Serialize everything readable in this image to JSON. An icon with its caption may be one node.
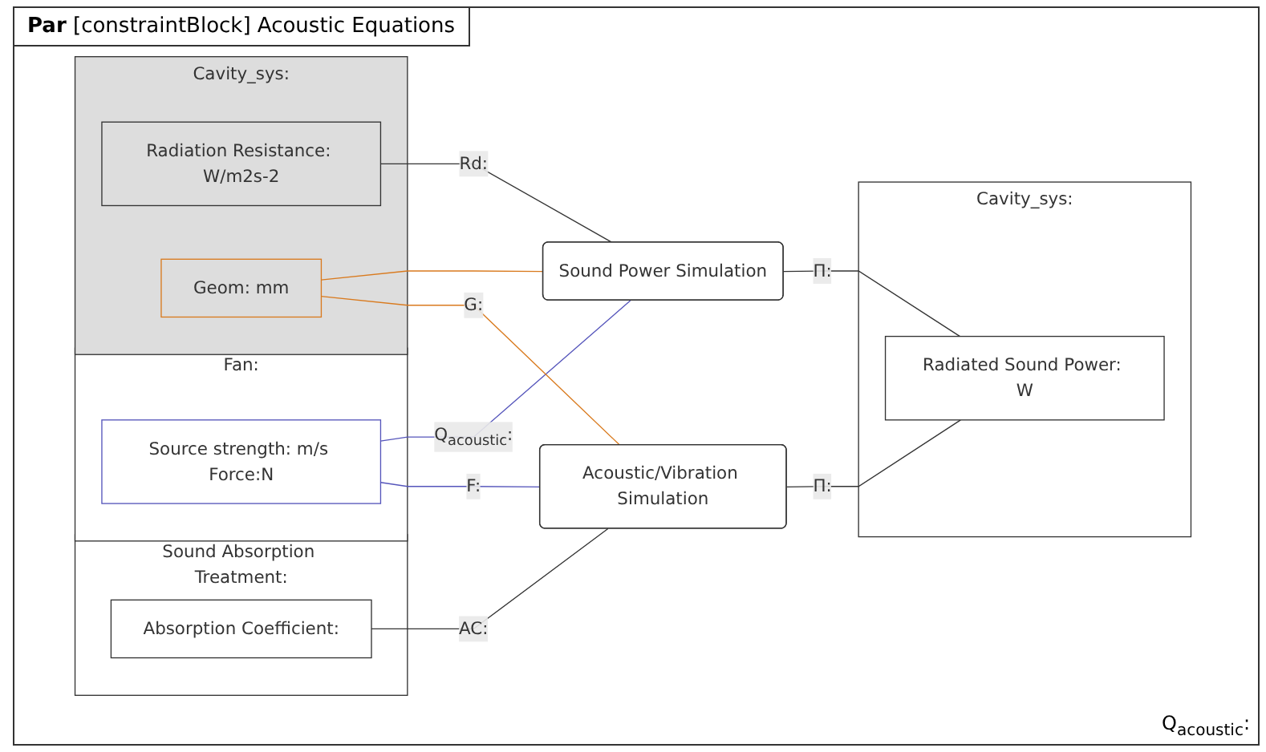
{
  "diagram": {
    "title": "**Par** [constraintBlock] Acoustic Equations",
    "nodes": [
      {
        "text": [
          "Cavity_sys:"
        ]
      },
      {
        "text": [
          "Radiation Resistance: W/m2s-2"
        ],
        "in": 0
      },
      {
        "text": [
          "Geom: mm"
        ],
        "in": 0
      },
      {
        "text": [
          "Fan:"
        ]
      },
      {
        "text": [
          "Source strength: m/s Force:N"
        ],
        "in": 3
      },
      {
        "text": [
          "Sound Absorption Treatment:"
        ]
      },
      {
        "text": [
          "Absorption Coefficient:"
        ],
        "in": 5
      },
      {
        "text": [
          "Sound Power Simulation"
        ]
      },
      {
        "text": [
          "Acoustic/Vibration Simulation"
        ]
      },
      {
        "text": [
          "Cavity_sys:"
        ]
      },
      {
        "text": [
          "Radiated Sound Power: W"
        ],
        "in": 9
      }
    ],
    "edges": [
      {
        "from": 1,
        "to": 7,
        "arrow": "none",
        "label": "Rd:"
      },
      {
        "from": 4,
        "to": 7,
        "arrow": "none",
        "label": "Q$_{acoustic}$:",
        "color": "#5555bb"
      },
      {
        "from": 2,
        "to": 7,
        "arrow": "none",
        "color": "#d97a1e"
      },
      {
        "from": 2,
        "to": 8,
        "arrow": "none",
        "label": "G:",
        "color": "#d97a1e"
      },
      {
        "from": 4,
        "to": 8,
        "arrow": "none",
        "label": "F:",
        "color": "#5555bb"
      },
      {
        "from": 6,
        "to": 8,
        "arrow": "none",
        "label": "AC:"
      },
      {
        "from": 7,
        "to": 10,
        "arrow": "none",
        "label": "Π:"
      },
      {
        "from": 8,
        "to": 10,
        "arrow": "none",
        "label": "Π:"
      }
    ],
    "labels": [
      "Q$_{acoustic}$:"
    ]
  }
}
